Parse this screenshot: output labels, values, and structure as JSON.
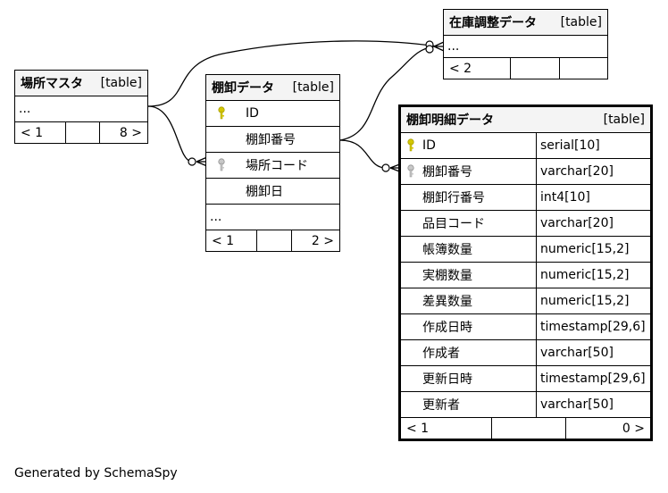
{
  "colors": {
    "border": "#000000",
    "header_bg": "#f4f4f4",
    "primary_key": "#d4c800",
    "foreign_key": "#b0b0b0"
  },
  "tables": {
    "basho": {
      "name": "場所マスタ",
      "tag": "[table]",
      "ellipsis": "...",
      "footer": {
        "left": "< 1",
        "middle": "",
        "right": "8 >"
      }
    },
    "tanaoroshi": {
      "name": "棚卸データ",
      "tag": "[table]",
      "columns": [
        {
          "icon": "primary-key-icon",
          "name": "ID"
        },
        {
          "icon": "",
          "name": "棚卸番号"
        },
        {
          "icon": "foreign-key-icon",
          "name": "場所コード"
        },
        {
          "icon": "",
          "name": "棚卸日"
        }
      ],
      "ellipsis": "...",
      "footer": {
        "left": "< 1",
        "middle": "",
        "right": "2 >"
      }
    },
    "zaiko": {
      "name": "在庫調整データ",
      "tag": "[table]",
      "ellipsis": "...",
      "footer": {
        "left": "< 2",
        "middle": "",
        "right": ""
      }
    },
    "meisai": {
      "name": "棚卸明細データ",
      "tag": "[table]",
      "columns": [
        {
          "icon": "primary-key-icon",
          "name": "ID",
          "type": "serial[10]"
        },
        {
          "icon": "foreign-key-icon",
          "name": "棚卸番号",
          "type": "varchar[20]"
        },
        {
          "icon": "",
          "name": "棚卸行番号",
          "type": "int4[10]"
        },
        {
          "icon": "",
          "name": "品目コード",
          "type": "varchar[20]"
        },
        {
          "icon": "",
          "name": "帳簿数量",
          "type": "numeric[15,2]"
        },
        {
          "icon": "",
          "name": "実棚数量",
          "type": "numeric[15,2]"
        },
        {
          "icon": "",
          "name": "差異数量",
          "type": "numeric[15,2]"
        },
        {
          "icon": "",
          "name": "作成日時",
          "type": "timestamp[29,6]"
        },
        {
          "icon": "",
          "name": "作成者",
          "type": "varchar[50]"
        },
        {
          "icon": "",
          "name": "更新日時",
          "type": "timestamp[29,6]"
        },
        {
          "icon": "",
          "name": "更新者",
          "type": "varchar[50]"
        }
      ],
      "footer": {
        "left": "< 1",
        "middle": "",
        "right": "0 >"
      }
    }
  },
  "caption": "Generated by SchemaSpy"
}
